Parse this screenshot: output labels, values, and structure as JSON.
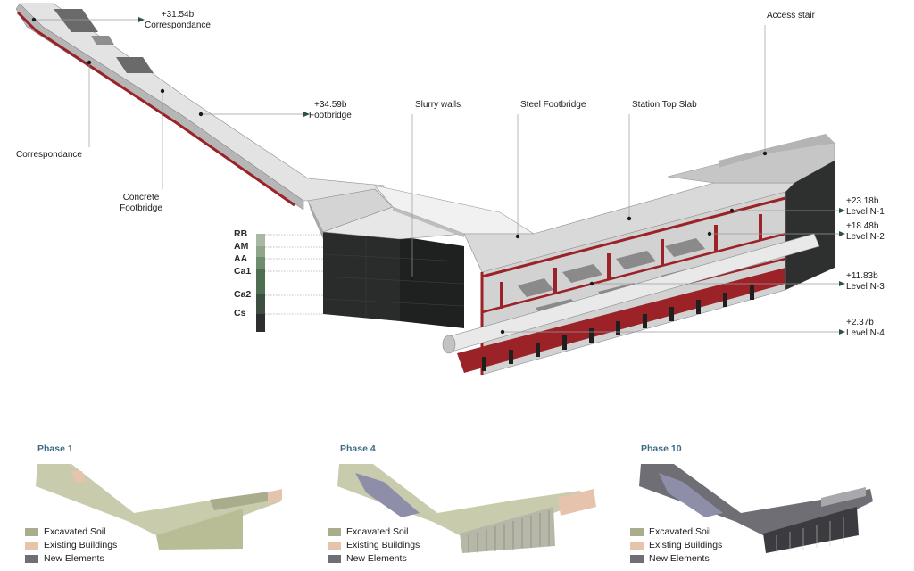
{
  "callouts": {
    "correspondance_top": {
      "elev": "+31.54b",
      "name": "Correspondance"
    },
    "correspondance_left": "Correspondance",
    "concrete_footbridge": [
      "Concrete",
      "Footbridge"
    ],
    "footbridge": {
      "elev": "+34.59b",
      "name": "Footbridge"
    },
    "slurry_walls": "Slurry walls",
    "steel_footbridge": "Steel Footbridge",
    "station_top_slab": "Station Top Slab",
    "access_stair": "Access stair"
  },
  "levels": [
    {
      "elev": "+23.18b",
      "name": "Level N-1"
    },
    {
      "elev": "+18.48b",
      "name": "Level N-2"
    },
    {
      "elev": "+11.83b",
      "name": "Level N-3"
    },
    {
      "elev": "+2.37b",
      "name": "Level N-4"
    }
  ],
  "soil_layers": [
    "RB",
    "AM",
    "AA",
    "Ca1",
    "Ca2",
    "Cs"
  ],
  "phases": [
    {
      "title": "Phase 1"
    },
    {
      "title": "Phase 4"
    },
    {
      "title": "Phase 10"
    }
  ],
  "legend": [
    {
      "label": "Excavated Soil",
      "color": "#a9ad8c"
    },
    {
      "label": "Existing Buildings",
      "color": "#e5c3ad"
    },
    {
      "label": "New Elements",
      "color": "#6e6e74"
    }
  ],
  "colors": {
    "concrete_light": "#ececec",
    "concrete_mid": "#c9c9c9",
    "concrete_dark": "#9a9a9a",
    "structure_red": "#9b2226",
    "slurry_wall": "#2a2b2b",
    "label_phase": "#3d6b86"
  }
}
